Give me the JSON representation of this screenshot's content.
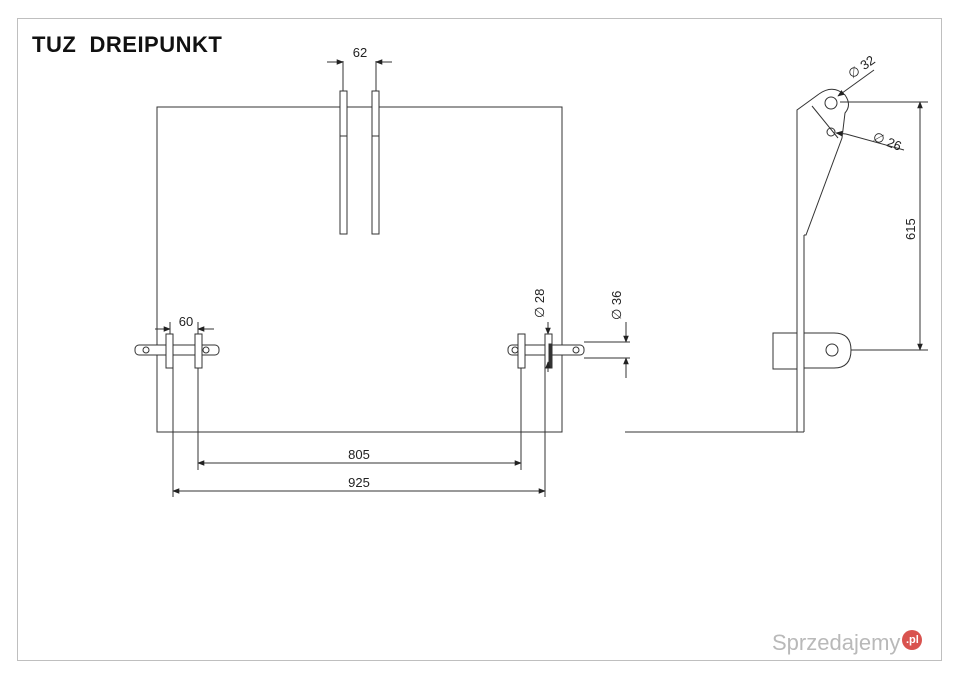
{
  "title": "TUZ  DREIPUNKT",
  "dimensions": {
    "top_gap": "62",
    "pin_spacing_small": "60",
    "diameter_28": "∅ 28",
    "diameter_36": "∅ 36",
    "span_805": "805",
    "span_925": "925",
    "diameter_32": "∅ 32",
    "diameter_26": "∅ 26",
    "height_615": "615"
  },
  "watermark": {
    "text": "Sprzedajemy",
    "tld": ".pl"
  }
}
